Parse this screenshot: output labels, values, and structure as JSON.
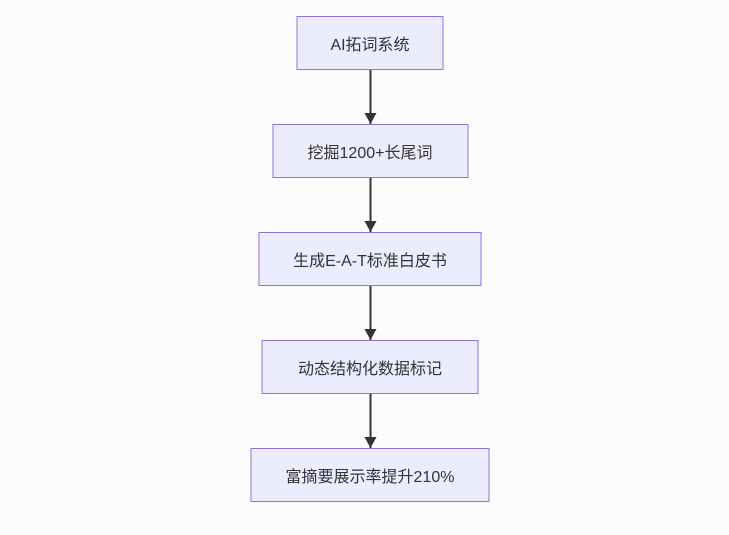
{
  "diagram": {
    "type": "flowchart",
    "direction": "top-down",
    "nodes": [
      {
        "label": "AI拓词系统"
      },
      {
        "label": "挖掘1200+长尾词"
      },
      {
        "label": "生成E-A-T标准白皮书"
      },
      {
        "label": "动态结构化数据标记"
      },
      {
        "label": "富摘要展示率提升210%"
      }
    ],
    "edges": [
      {
        "from": 0,
        "to": 1
      },
      {
        "from": 1,
        "to": 2
      },
      {
        "from": 2,
        "to": 3
      },
      {
        "from": 3,
        "to": 4
      }
    ],
    "colors": {
      "background": "#fcfcfc",
      "node_fill": "#ECECFF",
      "node_border": "#9370DB",
      "text": "#333333",
      "arrow": "#333333"
    }
  }
}
